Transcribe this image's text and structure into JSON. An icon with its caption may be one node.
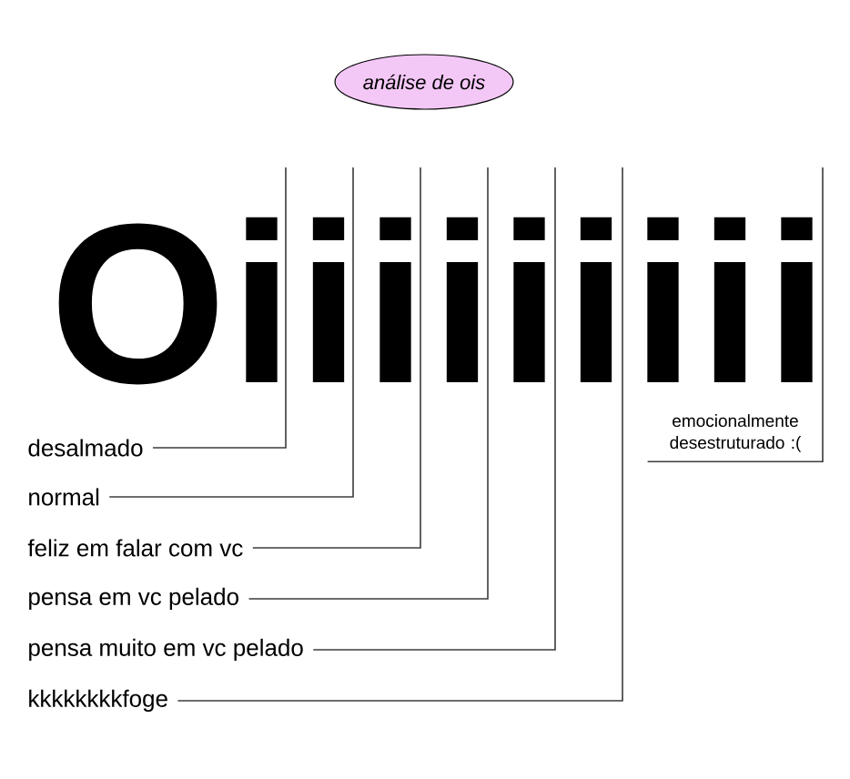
{
  "diagram": {
    "nodes": [
      {
        "text": [
          "análise de ois"
        ]
      },
      {
        "text": [
          "desalmado"
        ]
      },
      {
        "text": [
          "normal"
        ]
      },
      {
        "text": [
          "feliz em falar com vc"
        ]
      },
      {
        "text": [
          "pensa em vc pelado"
        ]
      },
      {
        "text": [
          "pensa muito em vc pelado"
        ]
      },
      {
        "text": [
          "kkkkkkkkfoge"
        ]
      },
      {
        "text": [
          "emocionalmente desestruturado :("
        ]
      }
    ],
    "edges": [
      {
        "from": 1,
        "to": null,
        "arrow": "none"
      },
      {
        "from": 2,
        "to": null,
        "arrow": "none"
      },
      {
        "from": 3,
        "to": null,
        "arrow": "none"
      },
      {
        "from": 4,
        "to": null,
        "arrow": "none"
      },
      {
        "from": 5,
        "to": null,
        "arrow": "none"
      },
      {
        "from": 6,
        "to": null,
        "arrow": "none"
      },
      {
        "from": 7,
        "to": null,
        "arrow": "none"
      }
    ],
    "labels": [
      "Oiiiiiiiii"
    ]
  }
}
